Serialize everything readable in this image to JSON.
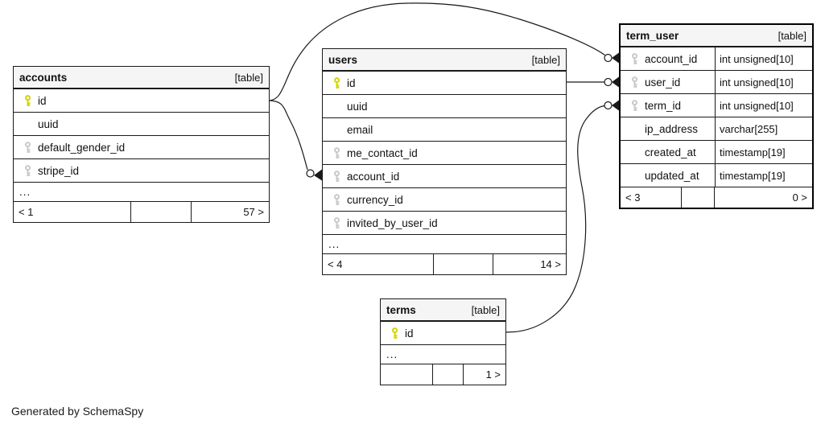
{
  "diagram": {
    "footer_note": "Generated by SchemaSpy",
    "colors": {
      "primary_key": "#d4d400",
      "foreign_key": "#c9c9c9",
      "header_fill": "#f5f5f5",
      "border": "#1a1a1a"
    }
  },
  "tables": {
    "accounts": {
      "name": "accounts",
      "badge": "[table]",
      "columns": [
        {
          "name": "id",
          "key": "primary"
        },
        {
          "name": "uuid",
          "key": "none"
        },
        {
          "name": "default_gender_id",
          "key": "foreign"
        },
        {
          "name": "stripe_id",
          "key": "foreign"
        }
      ],
      "ellipsis": "...",
      "footer": {
        "left": "< 1",
        "middle": "",
        "right": "57 >"
      }
    },
    "users": {
      "name": "users",
      "badge": "[table]",
      "columns": [
        {
          "name": "id",
          "key": "primary"
        },
        {
          "name": "uuid",
          "key": "none"
        },
        {
          "name": "email",
          "key": "none"
        },
        {
          "name": "me_contact_id",
          "key": "foreign"
        },
        {
          "name": "account_id",
          "key": "foreign"
        },
        {
          "name": "currency_id",
          "key": "foreign"
        },
        {
          "name": "invited_by_user_id",
          "key": "foreign"
        }
      ],
      "ellipsis": "...",
      "footer": {
        "left": "< 4",
        "middle": "",
        "right": "14 >"
      }
    },
    "term_user": {
      "name": "term_user",
      "badge": "[table]",
      "columns": [
        {
          "name": "account_id",
          "type": "int unsigned[10]",
          "key": "foreign"
        },
        {
          "name": "user_id",
          "type": "int unsigned[10]",
          "key": "foreign"
        },
        {
          "name": "term_id",
          "type": "int unsigned[10]",
          "key": "foreign"
        },
        {
          "name": "ip_address",
          "type": "varchar[255]",
          "key": "none"
        },
        {
          "name": "created_at",
          "type": "timestamp[19]",
          "key": "none"
        },
        {
          "name": "updated_at",
          "type": "timestamp[19]",
          "key": "none"
        }
      ],
      "footer": {
        "left": "< 3",
        "middle": "",
        "right": "0 >"
      }
    },
    "terms": {
      "name": "terms",
      "badge": "[table]",
      "columns": [
        {
          "name": "id",
          "key": "primary"
        }
      ],
      "ellipsis": "...",
      "footer": {
        "left": "",
        "middle": "",
        "right": "1 >"
      }
    }
  },
  "relationships": [
    {
      "from": "accounts.id",
      "to": "users.account_id"
    },
    {
      "from": "accounts.id",
      "to": "term_user.account_id"
    },
    {
      "from": "users.id",
      "to": "term_user.user_id"
    },
    {
      "from": "terms.id",
      "to": "term_user.term_id"
    }
  ]
}
